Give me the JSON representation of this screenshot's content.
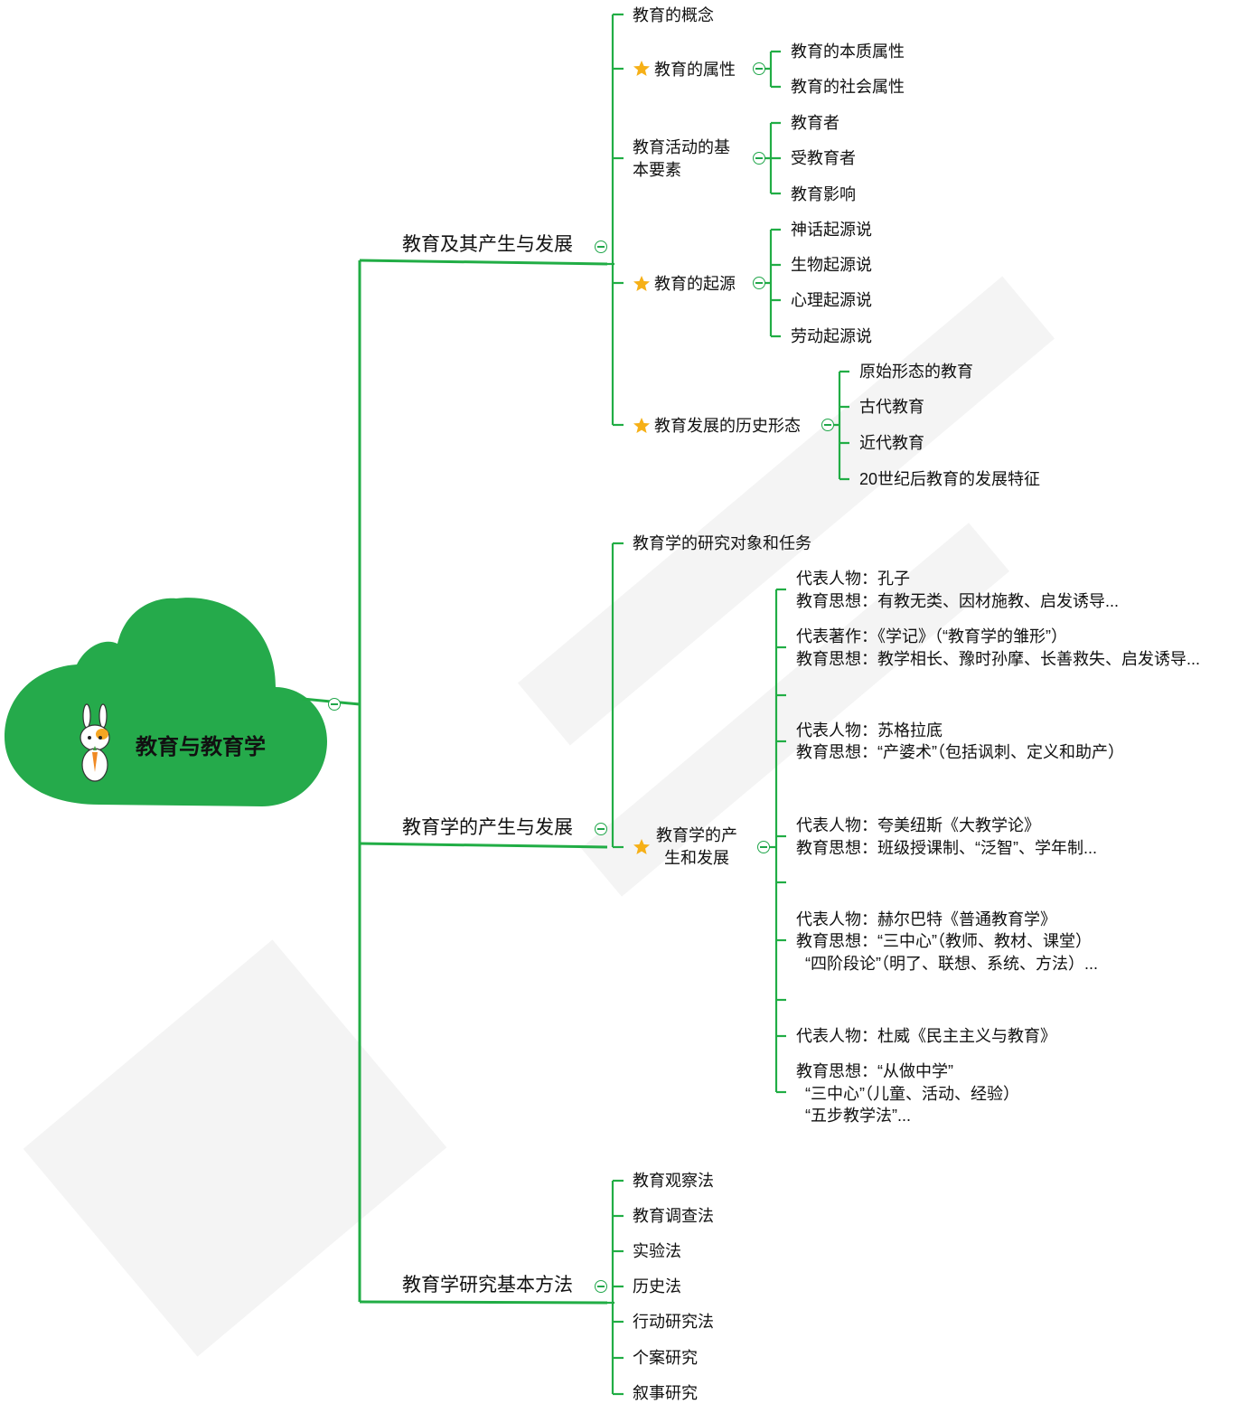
{
  "root": {
    "label": "教育与教育学"
  },
  "colors": {
    "branch": "#21ad45",
    "cloud": "#25aa4b",
    "star": "#f6b017"
  },
  "branches": [
    {
      "label": "教育及其产生与发展",
      "children": [
        {
          "label": "教育的概念"
        },
        {
          "label": "教育的属性",
          "starred": true,
          "children": [
            "教育的本质属性",
            "教育的社会属性"
          ]
        },
        {
          "label": "教育活动的基本要素",
          "label_lines": [
            "教育活动的基",
            "本要素"
          ],
          "children": [
            "教育者",
            "受教育者",
            "教育影响"
          ]
        },
        {
          "label": "教育的起源",
          "starred": true,
          "children": [
            "神话起源说",
            "生物起源说",
            "心理起源说",
            "劳动起源说"
          ]
        },
        {
          "label": "教育发展的历史形态",
          "starred": true,
          "children": [
            "原始形态的教育",
            "古代教育",
            "近代教育",
            "20世纪后教育的发展特征"
          ]
        }
      ]
    },
    {
      "label": "教育学的产生与发展",
      "children": [
        {
          "label": "教育学的研究对象和任务"
        },
        {
          "label": "教育学的产生和发展",
          "label_lines": [
            "教育学的产",
            "生和发展"
          ],
          "starred": true,
          "children": [
            {
              "lines": [
                "代表人物：孔子",
                "教育思想：有教无类、因材施教、启发诱导..."
              ]
            },
            {
              "lines": [
                "代表著作：《学记》（“教育学的雏形”）",
                "教育思想：教学相长、豫时孙摩、长善救失、启发诱导..."
              ]
            },
            {
              "lines": []
            },
            {
              "lines": [
                "代表人物：苏格拉底",
                "教育思想：“产婆术”（包括讽刺、定义和助产）"
              ]
            },
            {
              "lines": [
                "代表人物：夸美纽斯《大教学论》",
                "教育思想：班级授课制、“泛智”、学年制..."
              ]
            },
            {
              "lines": [
                "代表人物：赫尔巴特《普通教育学》",
                "教育思想：“三中心”（教师、教材、课堂）",
                "  “四阶段论”（明了、联想、系统、方法）..."
              ]
            },
            {
              "lines": []
            },
            {
              "lines": [
                "代表人物：杜威《民主主义与教育》"
              ]
            },
            {
              "lines": [
                "教育思想：“从做中学”",
                "  “三中心”（儿童、活动、经验）",
                "  “五步教学法”..."
              ]
            }
          ]
        }
      ]
    },
    {
      "label": "教育学研究基本方法",
      "children": [
        {
          "label": "教育观察法"
        },
        {
          "label": "教育调查法"
        },
        {
          "label": "实验法"
        },
        {
          "label": "历史法"
        },
        {
          "label": "行动研究法"
        },
        {
          "label": "个案研究"
        },
        {
          "label": "叙事研究"
        }
      ]
    }
  ]
}
